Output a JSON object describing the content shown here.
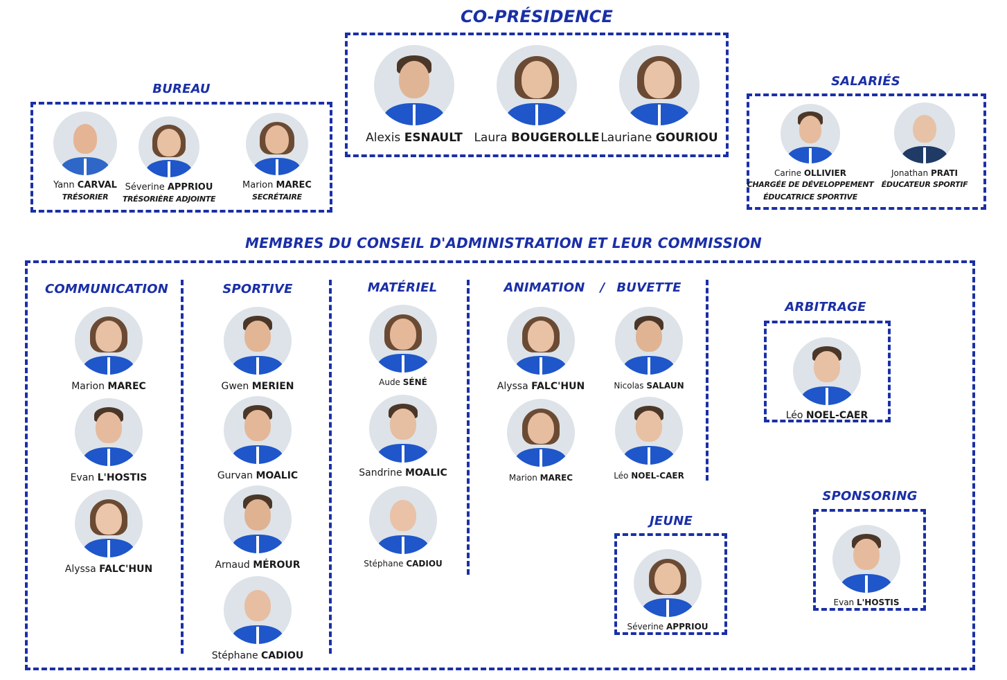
{
  "colors": {
    "accent": "#1a2fa6",
    "jersey": "#1f56c9"
  },
  "sections": {
    "copresidence": "CO-PRÉSIDENCE",
    "bureau": "BUREAU",
    "salaries": "SALARIÉS",
    "conseil": "MEMBRES DU CONSEIL D'ADMINISTRATION ET LEUR COMMISSION",
    "communication": "COMMUNICATION",
    "sportive": "SPORTIVE",
    "materiel": "MATÉRIEL",
    "animation": "ANIMATION",
    "slash": "/",
    "buvette": "BUVETTE",
    "arbitrage": "ARBITRAGE",
    "jeune": "JEUNE",
    "sponsoring": "SPONSORING"
  },
  "copresidence": [
    {
      "first": "Alexis",
      "last": "ESNAULT"
    },
    {
      "first": "Laura",
      "last": "BOUGEROLLE"
    },
    {
      "first": "Lauriane",
      "last": "GOURIOU"
    }
  ],
  "bureau": [
    {
      "first": "Yann",
      "last": "CARVAL",
      "role": "TRÉSORIER"
    },
    {
      "first": "Séverine",
      "last": "APPRIOU",
      "role": "TRÉSORIÈRE ADJOINTE"
    },
    {
      "first": "Marion",
      "last": "MAREC",
      "role": "SECRÉTAIRE"
    }
  ],
  "salaries": [
    {
      "first": "Carine",
      "last": "OLLIVIER",
      "role": "CHARGÉE DE DÉVELOPPEMENT",
      "role2": "ÉDUCATRICE SPORTIVE"
    },
    {
      "first": "Jonathan",
      "last": "PRATI",
      "role": "ÉDUCATEUR SPORTIF"
    }
  ],
  "communication": [
    {
      "first": "Marion",
      "last": "MAREC"
    },
    {
      "first": "Evan",
      "last": "L'HOSTIS"
    },
    {
      "first": "Alyssa",
      "last": "FALC'HUN"
    }
  ],
  "sportive": [
    {
      "first": "Gwen",
      "last": "MERIEN"
    },
    {
      "first": "Gurvan",
      "last": "MOALIC"
    },
    {
      "first": "Arnaud",
      "last": "MÉROUR"
    },
    {
      "first": "Stéphane",
      "last": "CADIOU"
    }
  ],
  "materiel": [
    {
      "first": "Aude",
      "last": "SÉNÉ"
    },
    {
      "first": "Sandrine",
      "last": "MOALIC"
    },
    {
      "first": "Stéphane",
      "last": "CADIOU"
    }
  ],
  "animation": [
    {
      "first": "Alyssa",
      "last": "FALC'HUN"
    },
    {
      "first": "Marion",
      "last": "MAREC"
    }
  ],
  "buvette": [
    {
      "first": "Nicolas",
      "last": "SALAUN"
    },
    {
      "first": "Léo",
      "last": "NOEL-CAER"
    }
  ],
  "arbitrage": [
    {
      "first": "Léo",
      "last": "NOEL-CAER"
    }
  ],
  "jeune": [
    {
      "first": "Séverine",
      "last": "APPRIOU"
    }
  ],
  "sponsoring": [
    {
      "first": "Evan",
      "last": "L'HOSTIS"
    }
  ]
}
